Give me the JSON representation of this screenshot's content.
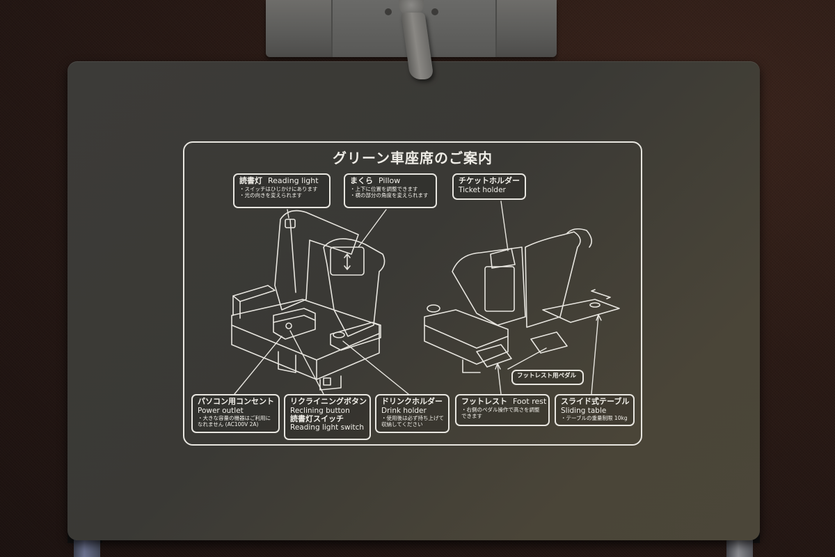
{
  "scene": {
    "subject": "Seat-back tray table with Green Car seat guide card",
    "colors": {
      "tray": "#3c3b38",
      "fabric": "#2a1a15",
      "line_art": "#e8e6e0",
      "latch": "#6e6d6a",
      "hinge": "#5c6280"
    }
  },
  "card": {
    "title": "グリーン車座席のご案内",
    "labels": {
      "reading_light": {
        "jp": "読書灯",
        "en": "Reading light",
        "notes": [
          "・スイッチはひじかけにあります",
          "・光の向きを変えられます"
        ]
      },
      "pillow": {
        "jp": "まくら",
        "en": "Pillow",
        "notes": [
          "・上下に位置を調整できます",
          "・横の部分の角度を変えられます"
        ]
      },
      "ticket_holder": {
        "jp": "チケットホルダー",
        "en": "Ticket holder"
      },
      "power_outlet": {
        "jp": "パソコン用コンセント",
        "en": "Power outlet",
        "notes": [
          "・大きな容量の機器はご利用に",
          "なれません (AC100V 2A)"
        ]
      },
      "reclining_button": {
        "jp": "リクライニングボタン",
        "en": "Reclining button",
        "jp2": "読書灯スイッチ",
        "en2": "Reading light switch"
      },
      "drink_holder": {
        "jp": "ドリンクホルダー",
        "en": "Drink holder",
        "notes": [
          "・使用後は必ず持ち上げて",
          "収納してください"
        ]
      },
      "foot_rest": {
        "jp": "フットレスト",
        "en": "Foot rest",
        "notes": [
          "・右側のペダル操作で高さを調整",
          "できます"
        ]
      },
      "foot_rest_pedal": {
        "jp": "フットレスト用ペダル"
      },
      "sliding_table": {
        "jp": "スライド式テーブル",
        "en": "Sliding table",
        "notes": [
          "・テーブルの重量制限 10kg"
        ]
      }
    }
  }
}
